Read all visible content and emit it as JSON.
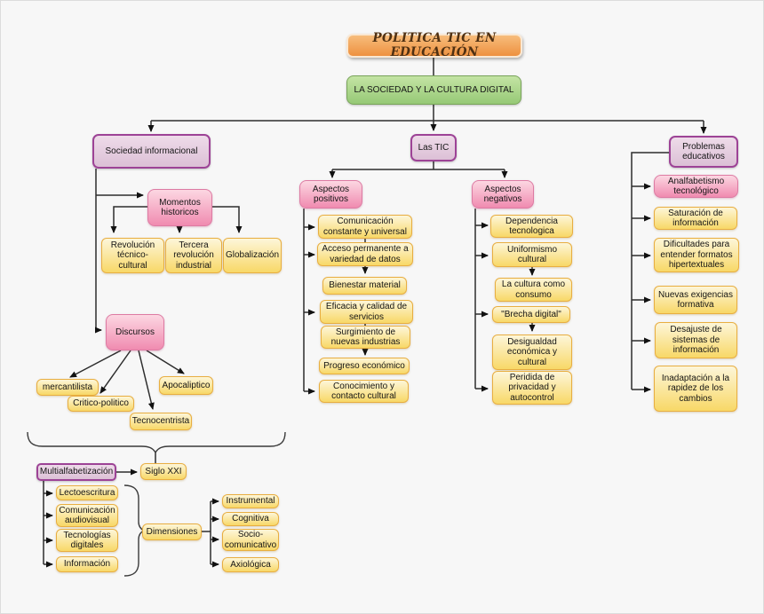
{
  "diagram": {
    "title": "POLITICA TIC EN EDUCACIÓN",
    "root": "LA SOCIEDAD Y LA CULTURA DIGITAL",
    "sociedad": {
      "label": "Sociedad informacional",
      "momentos": {
        "label": "Momentos historicos",
        "items": [
          "Revolución técnico-cultural",
          "Tercera revolución industrial",
          "Globalización"
        ]
      },
      "discursos": {
        "label": "Discursos",
        "items": [
          "mercantilista",
          "Critico-politico",
          "Tecnocentrista",
          "Apocaliptico"
        ]
      }
    },
    "multialfabetizacion": {
      "label": "Multialfabetización",
      "siglo": "Siglo XXI",
      "alfabetizaciones": [
        "Lectoescritura",
        "Comunicación audiovisual",
        "Tecnologías digitales",
        "Información"
      ],
      "dimensiones": {
        "label": "Dimensiones",
        "items": [
          "Instrumental",
          "Cognitiva",
          "Socio-comunicativo",
          "Axiológica"
        ]
      }
    },
    "tic": {
      "label": "Las TIC",
      "positivos": {
        "label": "Aspectos positivos",
        "items": [
          "Comunicación constante y universal",
          "Acceso permanente a variedad de datos",
          "Bienestar material",
          "Eficacia y calidad de servicios",
          "Surgimiento de nuevas industrias",
          "Progreso económico",
          "Conocimiento y contacto cultural"
        ]
      },
      "negativos": {
        "label": "Aspectos negativos",
        "items": [
          "Dependencia tecnologica",
          "Uniformismo cultural",
          "La cultura como consumo",
          "\"Brecha digital\"",
          "Desigualdad económica y cultural",
          "Peridida de privacidad y autocontrol"
        ]
      }
    },
    "problemas": {
      "label": "Problemas educativos",
      "items": [
        "Analfabetismo tecnológico",
        "Saturación de información",
        "Dificultades para entender formatos hipertextuales",
        "Nuevas exigencias formativa",
        "Desajuste de sistemas de información",
        "Inadaptación a la rapidez de los cambios"
      ]
    },
    "colors": {
      "orange_top": "#f7bd7c",
      "orange_bottom": "#ee9140",
      "green_top": "#c4e4a4",
      "green_bottom": "#96c976",
      "green_border": "#79a45a",
      "purple_fill": "#dcc0d6",
      "purple_border": "#9d4396",
      "pink_top": "#fcd7e2",
      "pink_bottom": "#f08bb0",
      "pink_border": "#dd7ba3",
      "yellow_top": "#fdf6d9",
      "yellow_bottom": "#f8d867",
      "yellow_border": "#e8ae41",
      "line": "#2d2d2d"
    }
  }
}
